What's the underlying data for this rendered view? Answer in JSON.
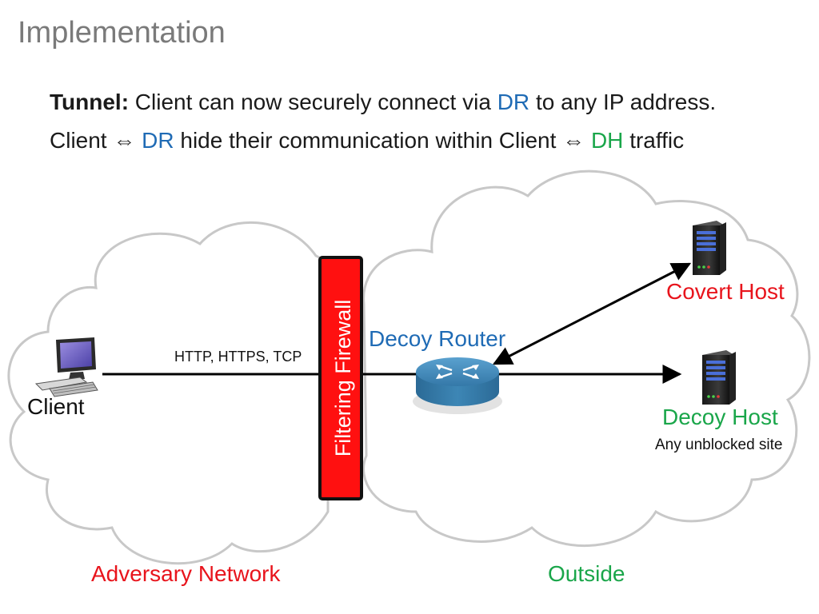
{
  "title": "Implementation",
  "line1": {
    "bold": "Tunnel:",
    "pre": "Client can now securely connect via",
    "dr": "DR",
    "post": "to any IP address."
  },
  "line2": {
    "client": "Client",
    "arrow": "⇔",
    "dr": "DR",
    "mid": "hide their communication within Client",
    "arrow2": "⇔",
    "dh": "DH",
    "post": "traffic"
  },
  "diagram": {
    "client_label": "Client",
    "protocols_label": "HTTP, HTTPS, TCP",
    "firewall_label": "Filtering Firewall",
    "router_label": "Decoy Router",
    "covert_host_label": "Covert Host",
    "decoy_host_label": "Decoy Host",
    "decoy_host_sub": "Any unblocked site",
    "adversary_label": "Adversary Network",
    "outside_label": "Outside"
  },
  "colors": {
    "title": "#7a7a7a",
    "dr": "#1f6bb5",
    "dh": "#1aa64a",
    "firewall": "#ff1010",
    "covert": "#e8141c",
    "adversary": "#e8141c",
    "router": "#3d86b5",
    "cloud_stroke": "#c8c8c8"
  }
}
